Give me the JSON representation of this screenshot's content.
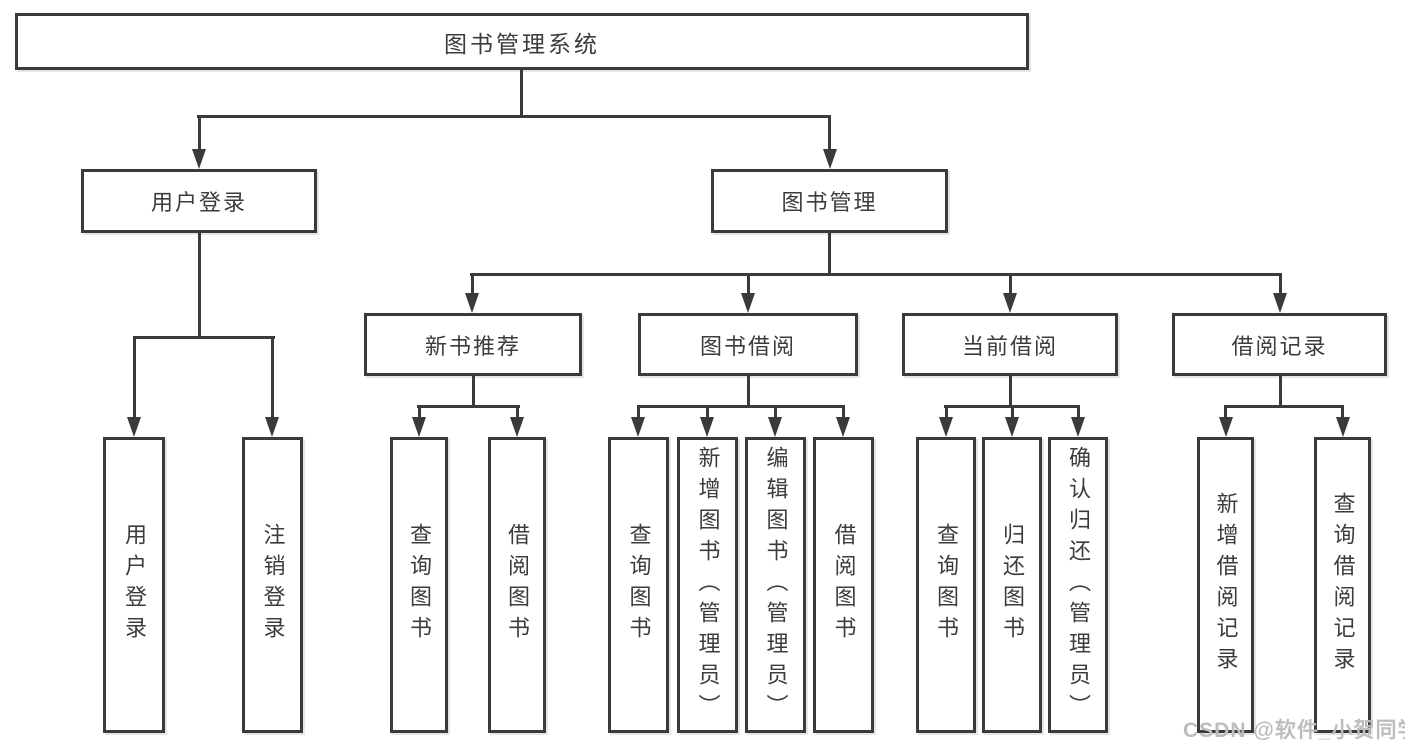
{
  "tree": {
    "root": {
      "label": "图书管理系统"
    },
    "branches": [
      {
        "label": "用户登录",
        "children": [
          {
            "label": "用户登录"
          },
          {
            "label": "注销登录"
          }
        ]
      },
      {
        "label": "图书管理",
        "sections": [
          {
            "label": "新书推荐",
            "children": [
              {
                "label": "查询图书"
              },
              {
                "label": "借阅图书"
              }
            ]
          },
          {
            "label": "图书借阅",
            "children": [
              {
                "label": "查询图书"
              },
              {
                "label": "新增图书（管理员）"
              },
              {
                "label": "编辑图书（管理员）"
              },
              {
                "label": "借阅图书"
              }
            ]
          },
          {
            "label": "当前借阅",
            "children": [
              {
                "label": "查询图书"
              },
              {
                "label": "归还图书"
              },
              {
                "label": "确认归还（管理员）"
              }
            ]
          },
          {
            "label": "借阅记录",
            "children": [
              {
                "label": "新增借阅记录"
              },
              {
                "label": "查询借阅记录"
              }
            ]
          }
        ]
      }
    ]
  },
  "watermark": "CSDN @软件_小贺同学",
  "colors": {
    "line": "#3a3a3a",
    "text": "#3c3c3c",
    "watermark": "#bdbdbd",
    "background": "#ffffff"
  }
}
